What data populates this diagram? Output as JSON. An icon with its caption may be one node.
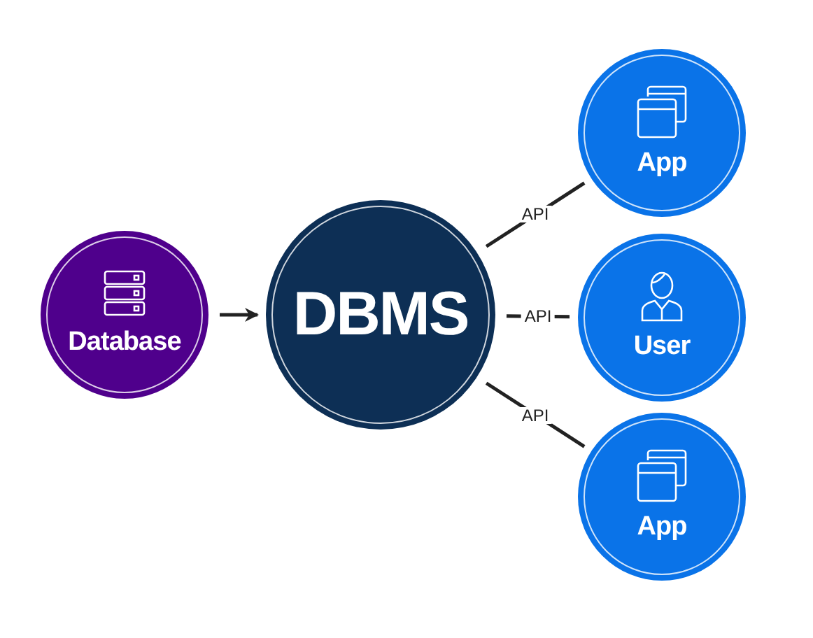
{
  "diagram": {
    "nodes": [
      {
        "text": [
          "Database"
        ]
      },
      {
        "text": [
          "DBMS"
        ]
      },
      {
        "text": [
          "App"
        ]
      },
      {
        "text": [
          "User"
        ]
      },
      {
        "text": [
          "App"
        ]
      }
    ],
    "edges": [
      {
        "from": 0,
        "to": 1,
        "arrow": "to"
      },
      {
        "from": 1,
        "to": 2,
        "arrow": "none",
        "label": "API"
      },
      {
        "from": 1,
        "to": 3,
        "arrow": "none",
        "label": "API"
      },
      {
        "from": 1,
        "to": 4,
        "arrow": "none",
        "label": "API"
      }
    ]
  }
}
